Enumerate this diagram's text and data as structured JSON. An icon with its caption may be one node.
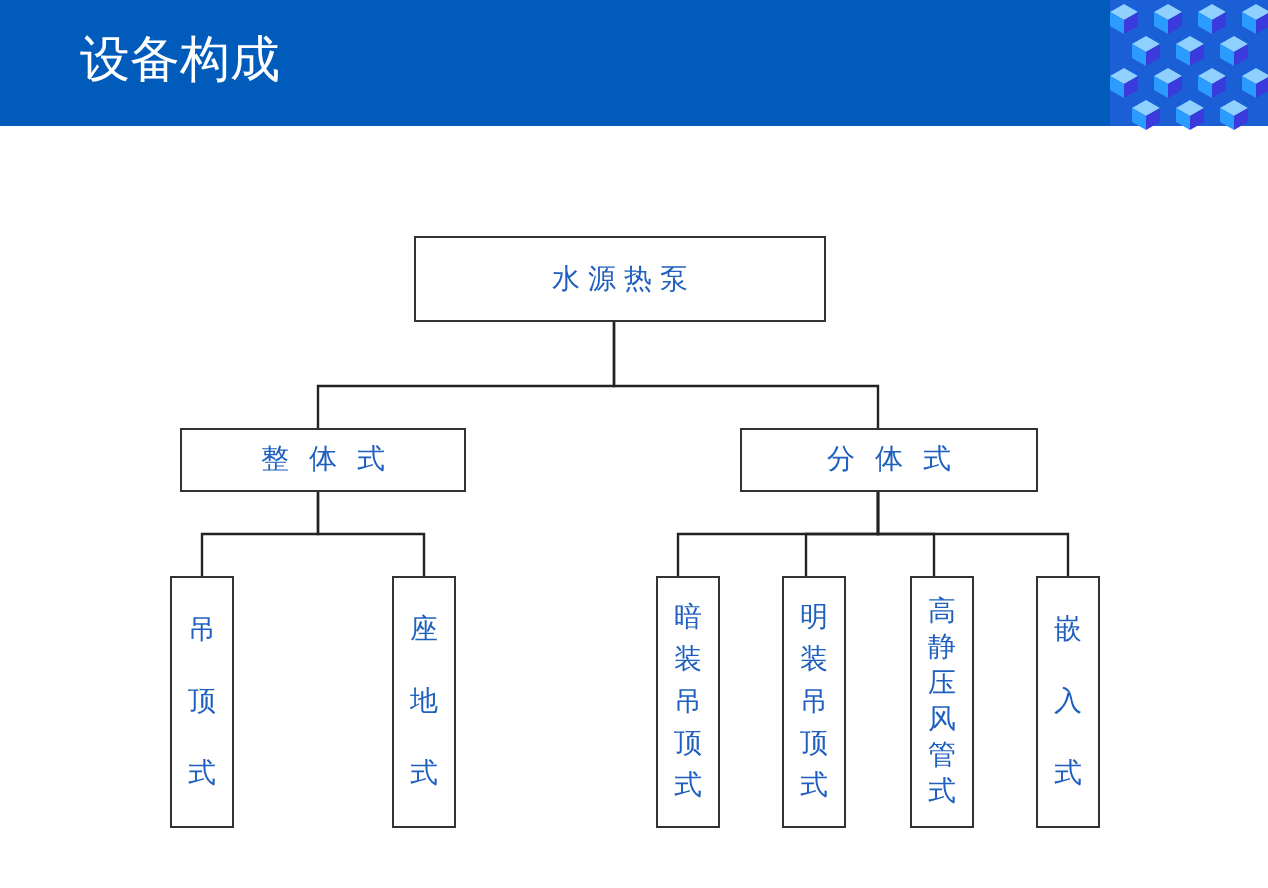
{
  "diagram": {
    "title": "设备构成",
    "nodes": [
      {
        "text": [
          "水源热泵"
        ]
      },
      {
        "text": [
          "整体式"
        ]
      },
      {
        "text": [
          "分体式"
        ]
      },
      {
        "text": [
          "吊顶式"
        ]
      },
      {
        "text": [
          "座地式"
        ]
      },
      {
        "text": [
          "暗装吊顶式"
        ]
      },
      {
        "text": [
          "明装吊顶式"
        ]
      },
      {
        "text": [
          "高静压风管式"
        ]
      },
      {
        "text": [
          "嵌入式"
        ]
      }
    ],
    "edges": [
      {
        "from": 0,
        "to": 1,
        "arrow": "none"
      },
      {
        "from": 0,
        "to": 2,
        "arrow": "none"
      },
      {
        "from": 1,
        "to": 3,
        "arrow": "none"
      },
      {
        "from": 1,
        "to": 4,
        "arrow": "none"
      },
      {
        "from": 2,
        "to": 5,
        "arrow": "none"
      },
      {
        "from": 2,
        "to": 6,
        "arrow": "none"
      },
      {
        "from": 2,
        "to": 7,
        "arrow": "none"
      },
      {
        "from": 2,
        "to": 8,
        "arrow": "none"
      }
    ]
  }
}
